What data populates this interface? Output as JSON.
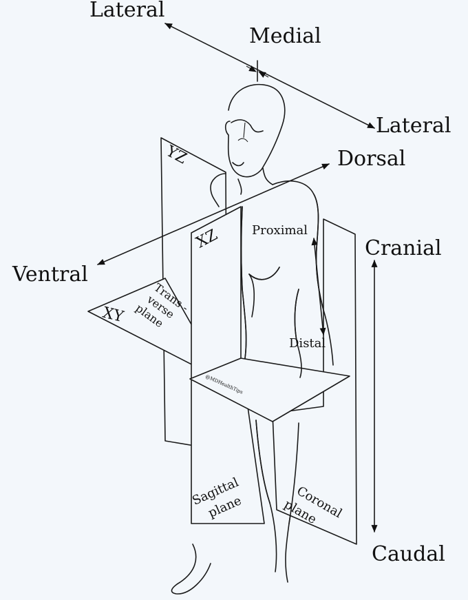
{
  "labels": {
    "lateral_left": "Lateral",
    "medial": "Medial",
    "lateral_right": "Lateral",
    "dorsal": "Dorsal",
    "ventral": "Ventral",
    "cranial": "Cranial",
    "caudal": "Caudal",
    "proximal": "Proximal",
    "distal": "Distal"
  },
  "planes": {
    "yz": "YZ",
    "xz": "XZ",
    "xy": "XY",
    "transverse": [
      "Trans -",
      "verse",
      "plane"
    ],
    "sagittal": [
      "Sagittal",
      "plane"
    ],
    "coronal": [
      "Coronal",
      "plane"
    ]
  },
  "watermark": "@MDHealthTips"
}
